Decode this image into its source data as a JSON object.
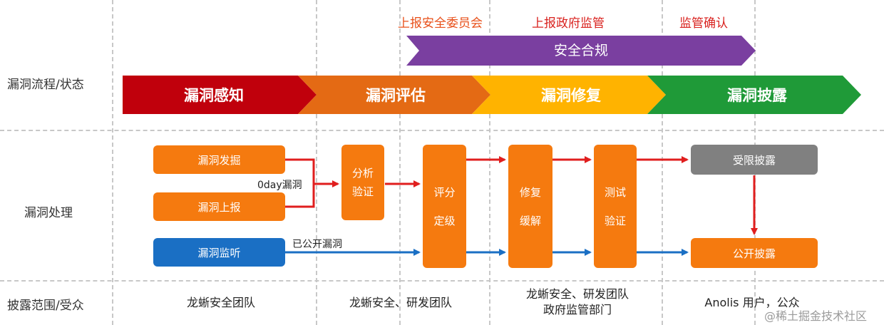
{
  "rows": {
    "process": "漏洞流程/状态",
    "handling": "漏洞处理",
    "scope": "披露范围/受众"
  },
  "reporting": {
    "committee": "上报安全委员会",
    "government": "上报政府监管",
    "confirm": "监管确认"
  },
  "compliance": "安全合规",
  "stages": [
    "漏洞感知",
    "漏洞评估",
    "漏洞修复",
    "漏洞披露"
  ],
  "colors": {
    "stage_perception": "#c0000c",
    "stage_assessment": "#e46a14",
    "stage_fix": "#ffb300",
    "stage_disclosure": "#1f9a38",
    "compliance": "#7a3fa0",
    "orange_box": "#f57a0f",
    "blue_box": "#1a6fc4",
    "gray_box": "#808080",
    "red_arrow": "#e01e1e",
    "blue_arrow": "#1a6fc4"
  },
  "boxes": {
    "discover": "漏洞发掘",
    "report": "漏洞上报",
    "monitor": "漏洞监听",
    "analyze_1": "分析",
    "analyze_2": "验证",
    "rating_1": "评分",
    "rating_2": "定级",
    "fix_1": "修复",
    "fix_2": "缓解",
    "test_1": "测试",
    "test_2": "验证",
    "limited": "受限披露",
    "public": "公开披露"
  },
  "notes": {
    "zero_day": "0day漏洞",
    "public_vuln": "已公开漏洞"
  },
  "audiences": {
    "a1": "龙蜥安全团队",
    "a2": "龙蜥安全、研发团队",
    "a3_line1": "龙蜥安全、研发团队",
    "a3_line2": "政府监管部门",
    "a4": "Anolis 用户，公众"
  },
  "watermark": "@稀土掘金技术社区"
}
